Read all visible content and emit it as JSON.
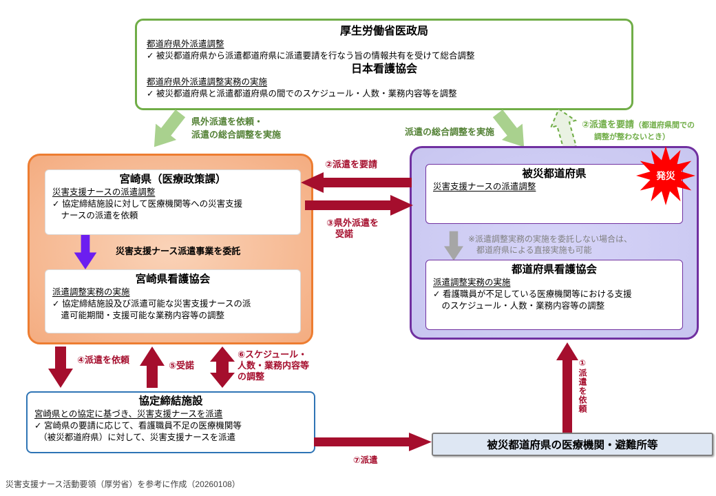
{
  "colors": {
    "green_border": "#70AD47",
    "green_arrow": "#A9D18E",
    "dark_green_text": "#538135",
    "orange_border": "#ED7D31",
    "purple_border": "#7030A0",
    "violet_arrow": "#6C1EF0",
    "dark_red": "#A50E2D",
    "blue_border": "#2E74B5",
    "gray": "#A6A6A6",
    "burst_red": "#FF0000"
  },
  "top_box": {
    "mhlw_title": "厚生労働省医政局",
    "mhlw_role": "都道府県外派遣調整",
    "mhlw_detail": "✓ 被災都道府県から派遣都道府県に派遣要請を行なう旨の情報共有を受けて総合調整",
    "jna_title": "日本看護協会",
    "jna_role": "都道府県外派遣調整実務の実施",
    "jna_detail": "✓ 被災都道府県と派遣都道府県の間でのスケジュール・人数・業務内容等を調整"
  },
  "green_labels": {
    "left": "県外派遣を依頼・\n派遣の総合調整を実施",
    "right": "派遣の総合調整を実施",
    "dashed_main": "②派遣を要請",
    "dashed_rest": "（都道府県間での",
    "dashed_line2": "調整が整わないとき）"
  },
  "miyazaki_box": {
    "pref_title": "宮崎県（医療政策課）",
    "pref_role": "災害支援ナースの派遣調整",
    "pref_detail": "✓ 協定締結施設に対して医療機関等への災害支援\n　ナースの派遣を依頼",
    "delegate_label": "災害支援ナース派遣事業を委託",
    "assoc_title": "宮崎県看護協会",
    "assoc_role": "派遣調整実務の実施",
    "assoc_detail": "✓ 協定締結施設及び派遣可能な災害支援ナースの派\n　遣可能期間・支援可能な業務内容等の調整"
  },
  "disaster_box": {
    "pref_title": "被災都道府県",
    "pref_role": "災害支援ナースの派遣調整",
    "burst_label": "発災",
    "note": "※派遣調整実務の実施を委託しない場合は、\n　都道府県による直接実施も可能",
    "assoc_title": "都道府県看護協会",
    "assoc_role": "派遣調整実務の実施",
    "assoc_detail": "✓ 看護職員が不足している医療機関等における支援\n　のスケジュール・人数・業務内容等の調整"
  },
  "flow_labels": {
    "step1": "①派遣を依頼",
    "step2": "②派遣を要請",
    "step3": "③県外派遣を\n　受諾",
    "step4": "④派遣を依頼",
    "step5": "⑤受諾",
    "step6": "⑥スケジュール・\n人数・業務内容等\nの調整",
    "step7": "⑦派遣"
  },
  "facility_box": {
    "title": "協定締結施設",
    "role": "宮崎県との協定に基づき、災害支援ナースを派遣",
    "detail": "✓ 宮崎県の要請に応じて、看護職員不足の医療機関等\n　（被災都道府県）に対して、災害支援ナースを派遣"
  },
  "destination_box": {
    "title": "被災都道府県の医療機関・避難所等"
  },
  "footnote": "災害支援ナース活動要領（厚労省）を参考に作成（20260108）"
}
